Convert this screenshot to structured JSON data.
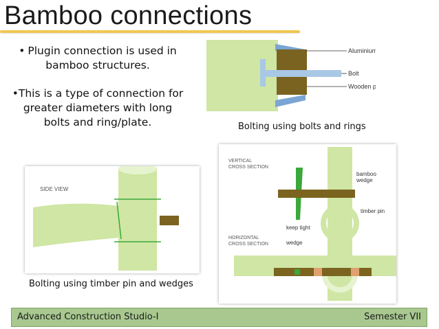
{
  "slide": {
    "title": "Bamboo connections",
    "bullets": [
      "Plugin connection is used in bamboo structures.",
      "This is a type of connection for greater diameters with long bolts and ring/plate."
    ],
    "bullet_marker": "•"
  },
  "figures": {
    "rings": {
      "caption": "Bolting using bolts and rings",
      "labels": {
        "ring": "Aluminium or steel ring",
        "bolt": "Bolt",
        "plug": "Wooden plug"
      }
    },
    "pin_side": {
      "caption": "Bolting using timber pin and wedges",
      "label": "SIDE VIEW"
    },
    "pin_sections": {
      "vertical_1": "VERTICAL",
      "vertical_2": "CROSS SECTION",
      "horizontal_1": "HORIZONTAL",
      "horizontal_2": "CROSS SECTION",
      "bamboo_1": "bamboo",
      "bamboo_2": "wedge",
      "timber_pin": "timber pin",
      "keep_tight": "keep tight",
      "wedge": "wedge"
    }
  },
  "footer": {
    "left": "Advanced Construction Studio-I",
    "right": "Semester VII"
  },
  "colors": {
    "accent_rule": "#f0c850",
    "footer_bg": "#a8c88f",
    "bamboo": "#b8dc7a",
    "timber": "#7b6420",
    "bolt": "#a9c8e6",
    "wedge": "#3aa83a"
  }
}
